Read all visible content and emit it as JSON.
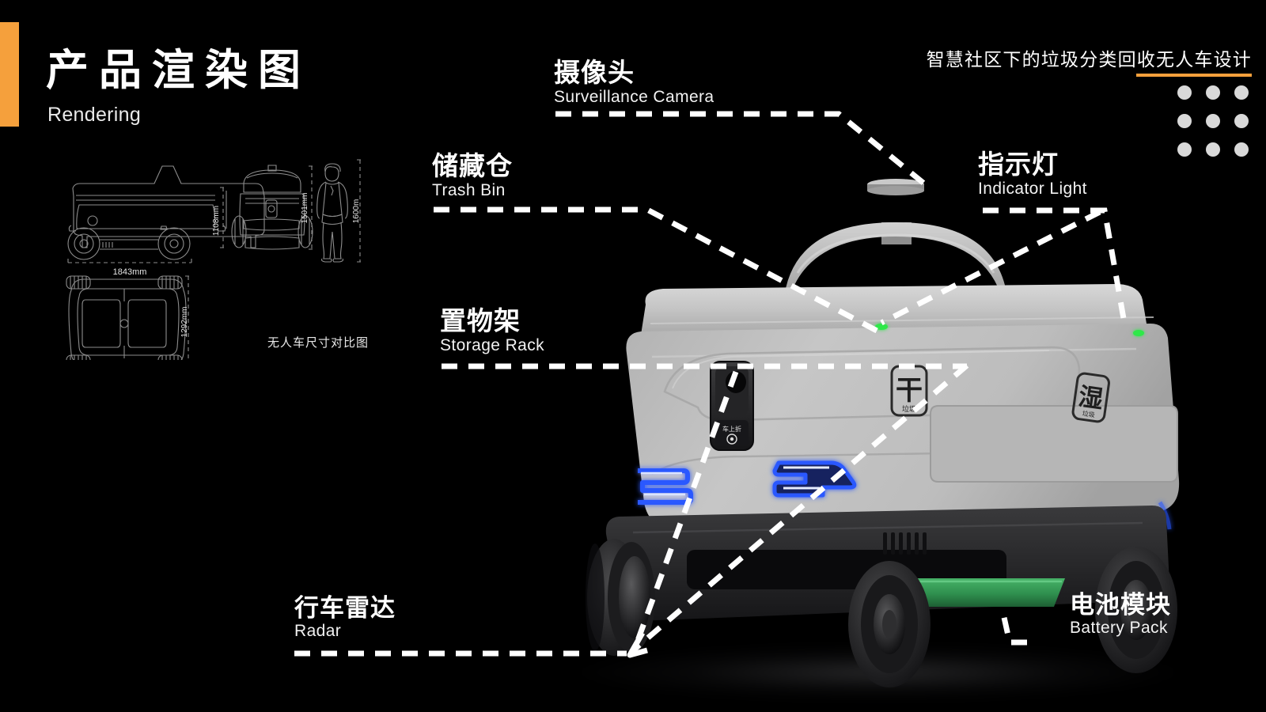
{
  "header": {
    "title_cn": "产品渲染图",
    "title_en": "Rendering",
    "doc_title": "智慧社区下的垃圾分类回收无人车设计",
    "accent_color": "#F5A03C"
  },
  "blueprint": {
    "caption": "无人车尺寸对比图",
    "dimensions": {
      "length": "1843mm",
      "height": "1108mm",
      "front_height": "1501mm",
      "person_height": "1600m",
      "width": "1292mm"
    }
  },
  "callouts": [
    {
      "id": "camera",
      "cn": "摄像头",
      "en": "Surveillance Camera"
    },
    {
      "id": "trashbin",
      "cn": "储藏仓",
      "en": "Trash Bin"
    },
    {
      "id": "rack",
      "cn": "置物架",
      "en": "Storage Rack"
    },
    {
      "id": "radar",
      "cn": "行车雷达",
      "en": "Radar"
    },
    {
      "id": "indicator",
      "cn": "指示灯",
      "en": "Indicator Light"
    },
    {
      "id": "battery",
      "cn": "电池模块",
      "en": "Battery  Pack"
    }
  ],
  "robot": {
    "bin_label_dry_main": "干",
    "bin_label_dry_sub": "垃圾",
    "bin_label_wet_main": "湿",
    "bin_label_wet_sub": "垃圾",
    "panel_label": "车上折",
    "indicator_color": "#2ee84a",
    "light_strip_color": "#2a58ff",
    "battery_color": "#2f8f4e",
    "body_color": "#bcbcbc"
  }
}
